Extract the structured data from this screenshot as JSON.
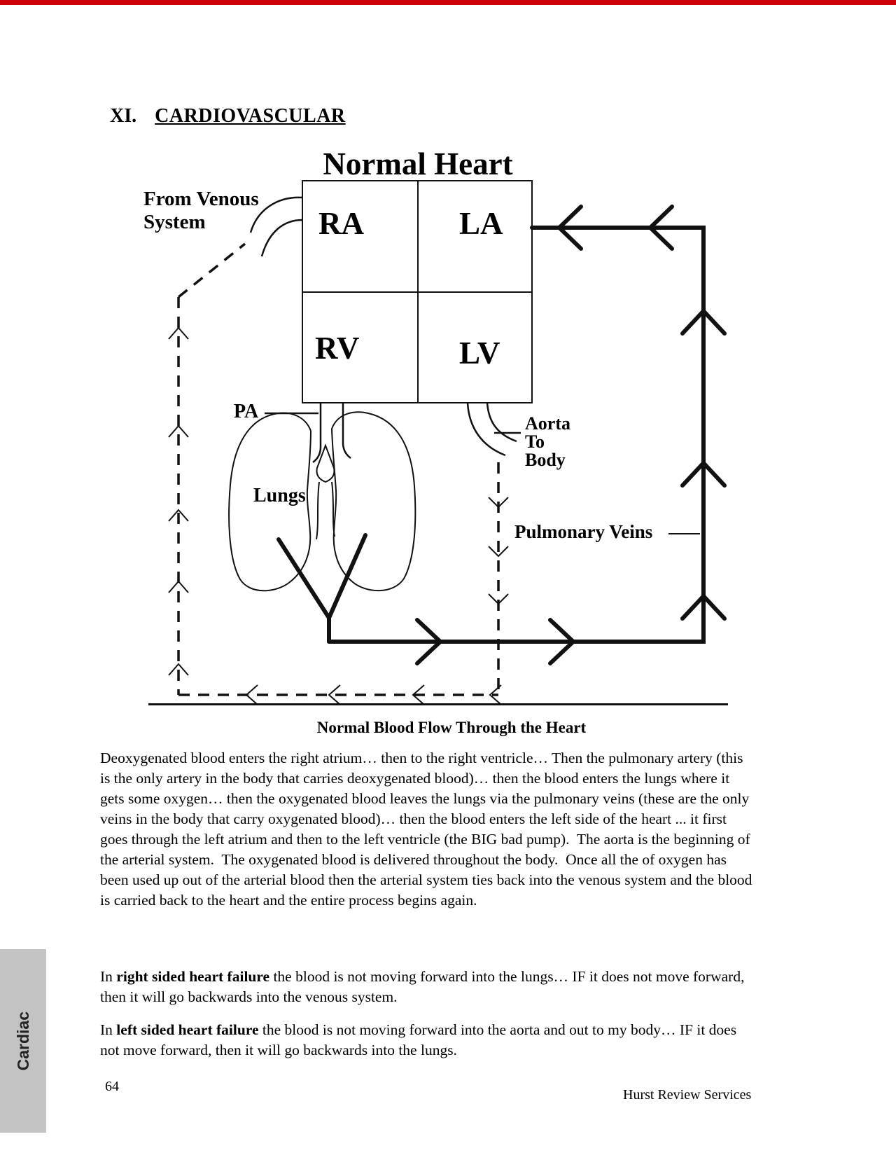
{
  "page": {
    "heading_number": "XI.",
    "heading": "CARDIOVASCULAR"
  },
  "diagram": {
    "title": "Normal Heart",
    "caption": "Normal Blood Flow Through the Heart",
    "labels": {
      "from_venous_system": "From Venous System",
      "ra": "RA",
      "la": "LA",
      "rv": "RV",
      "lv": "LV",
      "pa": "PA",
      "lungs": "Lungs",
      "aorta_line1": "Aorta",
      "aorta_line2": "To",
      "aorta_line3": "Body",
      "pulmonary_veins": "Pulmonary Veins"
    }
  },
  "body": {
    "p1": "Deoxygenated blood enters the right atrium… then to the right ventricle… Then the pulmonary artery (this is the only artery in the body that carries deoxygenated blood)… then the blood enters the lungs where it gets some oxygen… then the oxygenated blood leaves the lungs via the pulmonary veins (these are the only veins in the body that carry oxygenated blood)… then the blood enters the left side of the heart ... it first goes through the left atrium and then to the left ventricle (the BIG bad pump).  The aorta is the beginning of the arterial system.  The oxygenated blood is delivered throughout the body.  Once all the of oxygen has been used up out of the arterial blood then the arterial system ties back into the venous system and the blood is carried back to the heart and the entire process begins again.",
    "p2_pre": "In ",
    "p2_bold": "right sided heart failure",
    "p2_post": " the blood is not moving forward into the lungs… IF it does not move forward, then it will go backwards into the venous system.",
    "p3_pre": "In ",
    "p3_bold": "left sided heart failure",
    "p3_post": " the blood is not moving forward into the aorta and out to my body… IF it does not move forward, then it will go backwards into the lungs."
  },
  "footer": {
    "page_number": "64",
    "publisher": "Hurst Review Services"
  },
  "side_tab": {
    "label": "Cardiac"
  },
  "colors": {
    "accent_top_bar": "#d10000",
    "side_tab_bg": "#c3c3c3",
    "ink": "#000000"
  }
}
